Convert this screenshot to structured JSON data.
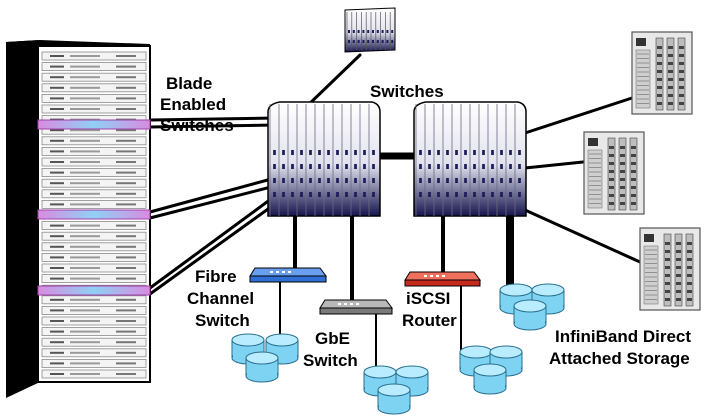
{
  "labels": {
    "blade_switches": [
      "Blade",
      "Enabled",
      "Switches"
    ],
    "switches": "Switches",
    "fibre_channel": [
      "Fibre",
      "Channel",
      "Switch"
    ],
    "gbe_switch": [
      "GbE",
      "Switch"
    ],
    "iscsi_router": [
      "iSCSI",
      "Router"
    ],
    "infiniband": [
      "InfiniBand Direct",
      "Attached Storage"
    ]
  },
  "colors": {
    "fc_switch": "#2f6fd6",
    "gbe_switch": "#8a8a8a",
    "iscsi_router": "#e03a2a",
    "disk": "#7fd3f2",
    "blade_port": "#e46ad2",
    "switch_dark": "#1c1c5a"
  }
}
